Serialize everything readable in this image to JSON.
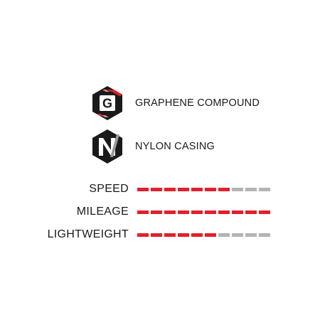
{
  "features": [
    {
      "icon": "graphene-compound-icon",
      "letter": "G",
      "label": "GRAPHENE COMPOUND"
    },
    {
      "icon": "nylon-casing-icon",
      "letter": "N",
      "label": "NYLON CASING"
    }
  ],
  "ratings": {
    "max": 10,
    "items": [
      {
        "label": "SPEED",
        "value": 7
      },
      {
        "label": "MILEAGE",
        "value": 10
      },
      {
        "label": "LIGHTWEIGHT",
        "value": 6
      }
    ]
  },
  "colors": {
    "filled": "#e3202b",
    "empty": "#b3b3b3",
    "badge": "#1a1a1a",
    "accent_stripe": "#ec8a8a",
    "nylon_slash": "#9a9a9a"
  }
}
